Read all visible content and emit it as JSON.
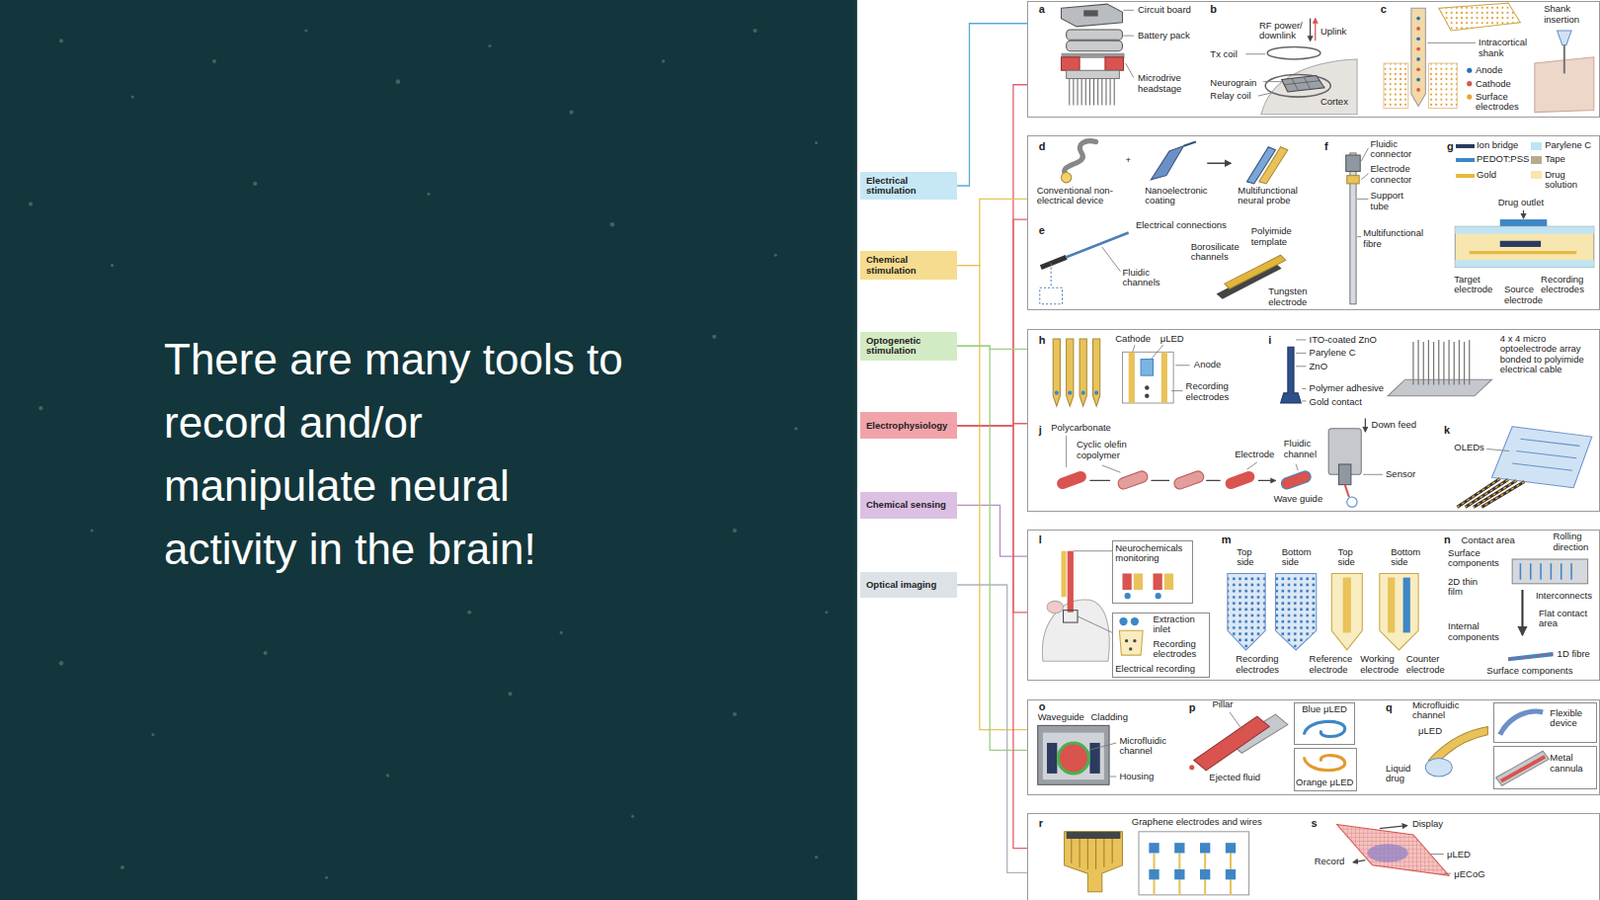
{
  "diagram": {
    "title": "There are many tools to record and/or manipulate neural activity in the brain!",
    "nodes": [
      {
        "text": [
          "Electrical stimulation"
        ]
      },
      {
        "text": [
          "Chemical stimulation"
        ]
      },
      {
        "text": [
          "Optogenetic stimulation"
        ]
      },
      {
        "text": [
          "Electrophysiology"
        ]
      },
      {
        "text": [
          "Chemical sensing"
        ]
      },
      {
        "text": [
          "Optical imaging"
        ]
      },
      {
        "text": [
          "a",
          "b",
          "c"
        ]
      },
      {
        "text": [
          "d",
          "e",
          "f",
          "g"
        ]
      },
      {
        "text": [
          "h",
          "i",
          "j",
          "k"
        ]
      },
      {
        "text": [
          "l",
          "m",
          "n"
        ]
      },
      {
        "text": [
          "Neurochemicals monitoring"
        ],
        "in": 9
      },
      {
        "text": [
          "Extraction inlet",
          "Recording electrodes",
          "Electrical recording"
        ],
        "in": 9
      },
      {
        "text": [
          "o",
          "p",
          "q"
        ]
      },
      {
        "text": [
          "Blue μLED"
        ],
        "in": 12
      },
      {
        "text": [
          "Orange μLED"
        ],
        "in": 12
      },
      {
        "text": [
          "Flexible device"
        ],
        "in": 12
      },
      {
        "text": [
          "Metal cannula"
        ],
        "in": 12
      },
      {
        "text": [
          "r",
          "s"
        ]
      }
    ],
    "edges": [
      {
        "from": 0,
        "to": 6,
        "arrow": "none"
      },
      {
        "from": 3,
        "to": 6,
        "arrow": "none"
      },
      {
        "from": 1,
        "to": 7,
        "arrow": "none"
      },
      {
        "from": 3,
        "to": 7,
        "arrow": "none"
      },
      {
        "from": 2,
        "to": 8,
        "arrow": "none"
      },
      {
        "from": 3,
        "to": 8,
        "arrow": "none"
      },
      {
        "from": 4,
        "to": 9,
        "arrow": "none"
      },
      {
        "from": 3,
        "to": 9,
        "arrow": "none"
      },
      {
        "from": 1,
        "to": 12,
        "arrow": "none"
      },
      {
        "from": 2,
        "to": 12,
        "arrow": "none"
      },
      {
        "from": 3,
        "to": 17,
        "arrow": "none"
      },
      {
        "from": 5,
        "to": 17,
        "arrow": "none"
      }
    ],
    "labels": [
      "Circuit board",
      "Battery pack",
      "Microdrive headstage",
      "RF power/ downlink",
      "Uplink",
      "Tx coil",
      "Neurograin",
      "Relay coil",
      "Cortex",
      "Shank insertion",
      "Intracortical shank",
      "Anode",
      "Cathode",
      "Surface electrodes",
      "+",
      "Conventional non-electrical device",
      "Nanoelectronic coating",
      "Multifunctional neural probe",
      "Electrical connections",
      "Polyimide template",
      "Borosilicate channels",
      "Fluidic channels",
      "Tungsten electrode",
      "Fluidic connector",
      "Electrode connector",
      "Support tube",
      "Multifunctional fibre",
      "Drug outlet",
      "Target electrode",
      "Source electrode",
      "Recording electrodes",
      "Cathode",
      "μLED",
      "Anode",
      "Recording electrodes",
      "ITO-coated ZnO",
      "Parylene C",
      "ZnO",
      "Polymer adhesive",
      "Gold contact",
      "4 x 4 micro optoelectrode array bonded to polyimide electrical cable",
      "Polycarbonate",
      "Cyclic olefin copolymer",
      "Electrode",
      "Fluidic channel",
      "Wave guide",
      "Down feed",
      "Sensor",
      "OLEDs",
      "Top side",
      "Bottom side",
      "Top side",
      "Bottom side",
      "Recording electrodes",
      "Reference electrode",
      "Working electrode",
      "Counter electrode",
      "Contact area",
      "Rolling direction",
      "Surface components",
      "2D thin film",
      "Interconnects",
      "Flat contact area",
      "Internal components",
      "1D fibre",
      "Surface components",
      "Waveguide",
      "Cladding",
      "Microfluidic channel",
      "Housing",
      "Pillar",
      "Ejected fluid",
      "Microfluidic channel",
      "μLED",
      "Liquid drug",
      "Graphene electrodes and wires",
      "Display",
      "Record",
      "μLED",
      "μECoG"
    ],
    "legend": [
      {
        "text": "Ion bridge",
        "color": "#2b3a5e"
      },
      {
        "text": "PEDOT:PSS",
        "color": "#3e86c6"
      },
      {
        "text": "Gold",
        "color": "#e6b93c"
      },
      {
        "text": "Parylene C",
        "color": "#bfe4f4"
      },
      {
        "text": "Tape",
        "color": "#b7ab8e"
      },
      {
        "text": "Drug solution",
        "color": "#f7e6b0"
      }
    ]
  }
}
